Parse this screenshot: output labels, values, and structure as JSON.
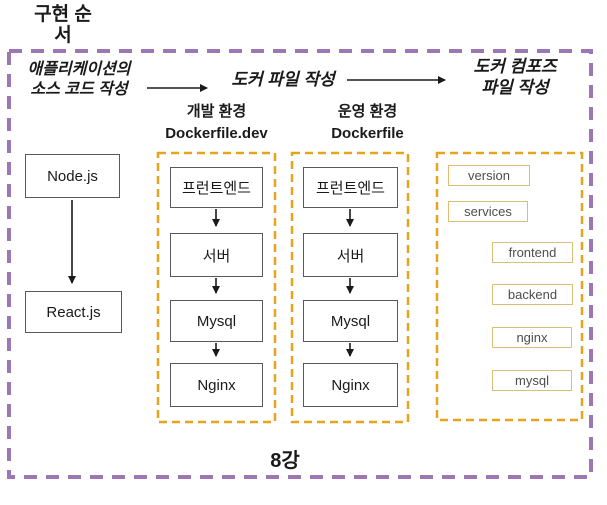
{
  "heading": "구현 순\n서",
  "flow": {
    "step1": "애플리케이션의\n소스 코드 작성",
    "step2": "도커 파일 작성",
    "step3": "도커 컴포즈\n파일 작성"
  },
  "left_stack": {
    "items": [
      "Node.js",
      "React.js"
    ]
  },
  "dev_column": {
    "header": "개발 환경\nDockerfile.dev",
    "items": [
      "프런트엔드",
      "서버",
      "Mysql",
      "Nginx"
    ]
  },
  "prod_column": {
    "header": "운영 환경\nDockerfile",
    "items": [
      "프런트엔드",
      "서버",
      "Mysql",
      "Nginx"
    ]
  },
  "compose_column": {
    "items": [
      "version",
      "services",
      "frontend",
      "backend",
      "nginx",
      "mysql"
    ]
  },
  "footer": "8강",
  "colors": {
    "purple_border": "#9d76b4",
    "orange_border": "#e6a41e",
    "tan_border": "#dcbd74"
  }
}
